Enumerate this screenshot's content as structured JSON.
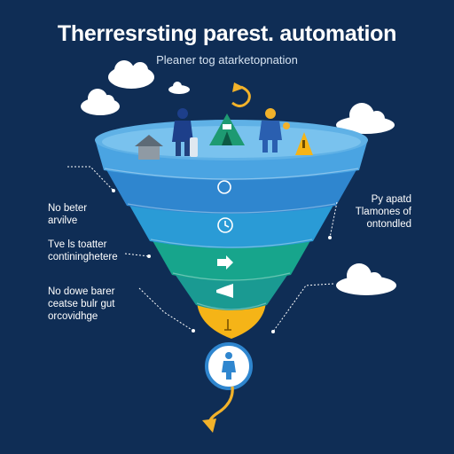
{
  "title": "Therresrsting parest. automation",
  "subtitle": "Pleaner tog atarketopnation",
  "left_labels": [
    {
      "line1": "No beter",
      "line2": "arvilve",
      "line3": ""
    },
    {
      "line1": "Tve ls toatter",
      "line2": "contininghetere",
      "line3": ""
    },
    {
      "line1": "No dowe barer",
      "line2": "ceatse bulr gut",
      "line3": "orcovidhge"
    }
  ],
  "right_label": {
    "line1": "Py apatd",
    "line2": "Tlamones of",
    "line3": "ontondled"
  },
  "colors": {
    "background": "#0f2d55",
    "funnel_top": "#5fb1e6",
    "band_blue": "#2f86cf",
    "band_mid": "#2a9bd6",
    "band_green": "#17a58c",
    "band_teal": "#1a9a92",
    "band_yellow": "#f5b417",
    "arrow": "#f2b22a"
  },
  "icons": [
    "cloud-icon",
    "house-icon",
    "person-icon",
    "tent-icon",
    "worker-icon",
    "warning-icon",
    "refresh-icon",
    "arrow-right-icon",
    "megaphone-icon",
    "person-circle-icon",
    "curved-arrow-icon"
  ]
}
